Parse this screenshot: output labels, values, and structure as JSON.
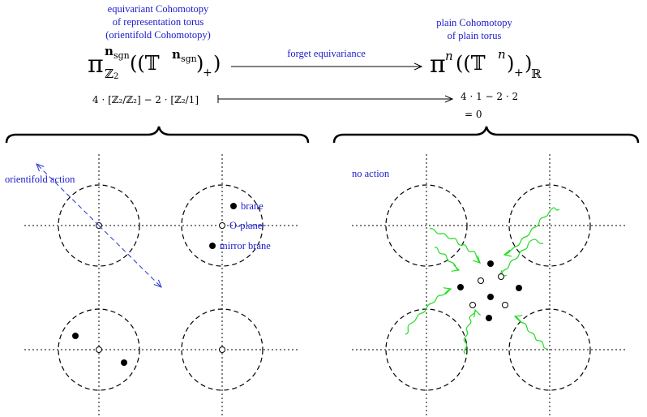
{
  "left_title": {
    "line1": "equivariant Cohomotopy",
    "line2": "of representation torus",
    "line3": "(orientifold Cohomotopy)"
  },
  "right_title": {
    "line1": "plain Cohomotopy",
    "line2": "of plain torus"
  },
  "arrow_label": "forget equivariance",
  "left_formula": {
    "pi": "π",
    "super": "n",
    "super_sub": "sgn",
    "sub": "ℤ",
    "sub_sub": "2",
    "body": "((𝕋",
    "body_sup": "n",
    "body_sup_sub": "sgn",
    "close": ")",
    "plus": "+",
    "close2": ")"
  },
  "right_formula": {
    "pi": "π",
    "super": "n",
    "body": "((𝕋",
    "body_sup": "n",
    "close": ")",
    "plus": "+",
    "close2": ")",
    "sub": "ℝ"
  },
  "left_count": "4 · [ℤ₂/ℤ₂] − 2 · [ℤ₂/1]",
  "right_count_line1": "4 · 1 − 2 · 2",
  "right_count_line2": "= 0",
  "labels": {
    "orientifold_action": "orientifold action",
    "brane": "brane",
    "o_plane": "O-plane",
    "mirror_brane": "mirror brane",
    "no_action": "no action"
  },
  "colors": {
    "label_blue": "#1a1acc",
    "wave_green": "#22dd22",
    "dash_blue": "#2233cc"
  }
}
